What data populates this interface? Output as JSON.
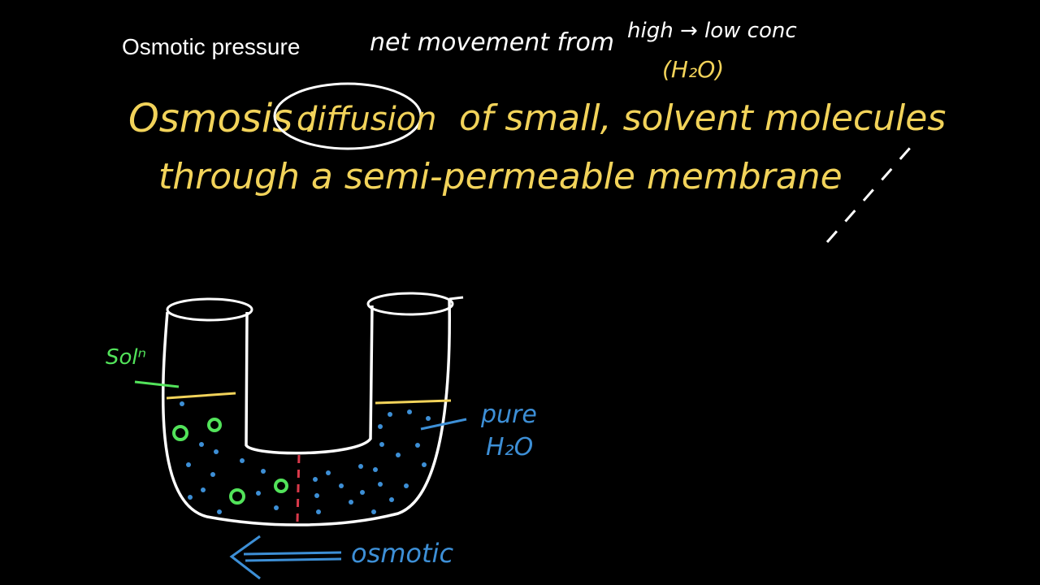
{
  "title": "Osmotic pressure",
  "colors": {
    "background": "#000000",
    "white": "#ffffff",
    "yellow": "#f2d35a",
    "blue": "#3d8fd6",
    "green": "#52e35a",
    "membrane": "#d9394a"
  },
  "notes": {
    "top_line": "net movement from",
    "top_line2": "high → low conc",
    "water": "(H₂O)"
  },
  "definition": {
    "term": "Osmosis :",
    "circled": "diffusion",
    "rest1": "of small, solvent molecules",
    "line2": "through   a   semi-permeable   membrane"
  },
  "diagram": {
    "left_label": "Solⁿ",
    "right_label_line1": "pure",
    "right_label_line2": "H₂O",
    "arrow_label": "osmotic"
  }
}
